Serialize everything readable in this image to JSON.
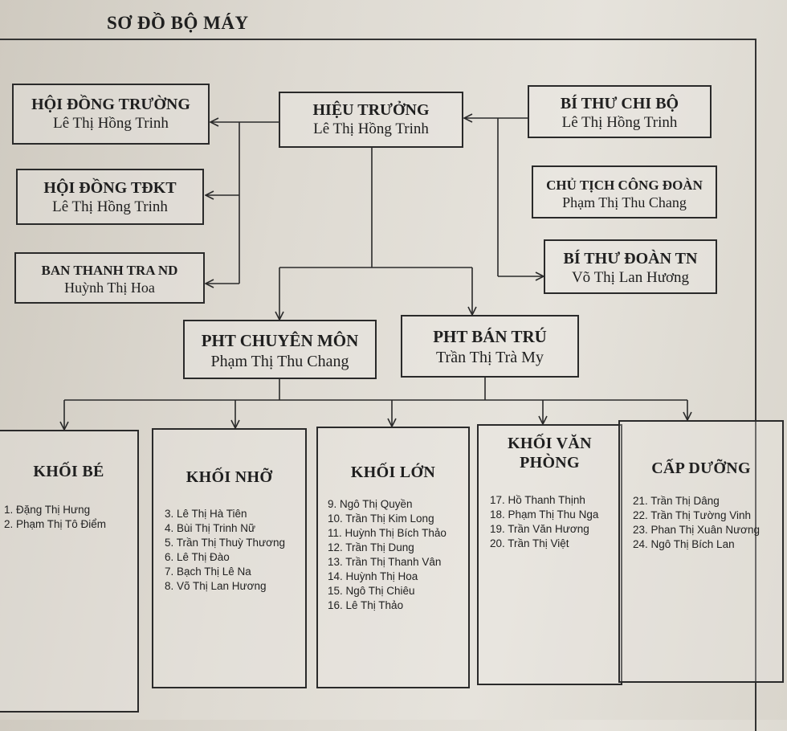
{
  "title": "SƠ ĐỒ BỘ MÁY",
  "boxes": {
    "hieu_truong": {
      "title": "HIỆU TRƯỞNG",
      "name": "Lê Thị Hồng Trinh"
    },
    "hoi_dong_truong": {
      "title": "HỘI ĐỒNG TRƯỜNG",
      "name": "Lê Thị Hồng Trinh"
    },
    "hoi_dong_tdkt": {
      "title": "HỘI ĐỒNG TĐKT",
      "name": "Lê Thị Hồng Trinh"
    },
    "ban_thanh_tra": {
      "title": "BAN THANH TRA ND",
      "name": "Huỳnh Thị Hoa"
    },
    "bi_thu_chi_bo": {
      "title": "BÍ THƯ CHI BỘ",
      "name": "Lê Thị Hồng Trinh"
    },
    "chu_tich_cong_doan": {
      "title": "CHỦ TỊCH CÔNG ĐOÀN",
      "name": "Phạm Thị Thu Chang"
    },
    "bi_thu_doan": {
      "title": "BÍ THƯ ĐOÀN TN",
      "name": "Võ Thị Lan Hương"
    },
    "pht_chuyen_mon": {
      "title": "PHT CHUYÊN MÔN",
      "name": "Phạm Thị Thu Chang"
    },
    "pht_ban_tru": {
      "title": "PHT BÁN TRÚ",
      "name": "Trần Thị Trà My"
    }
  },
  "columns": {
    "khoi_be": {
      "title": "KHỐI BÉ",
      "members": [
        "1. Đặng Thị Hưng",
        "2. Phạm Thị Tô Điểm"
      ]
    },
    "khoi_nho": {
      "title": "KHỐI NHỠ",
      "members": [
        "3. Lê Thị Hà Tiên",
        "4. Bùi Thị Trinh Nữ",
        "5. Trần Thị Thuỳ Thương",
        "6. Lê Thị Đào",
        "7. Bạch Thị Lê Na",
        "8. Võ Thị Lan Hương"
      ]
    },
    "khoi_lon": {
      "title": "KHỐI LỚN",
      "members": [
        "9. Ngô Thị Quyền",
        "10. Trần Thị Kim Long",
        "11. Huỳnh Thị Bích Thảo",
        "12. Trần Thị Dung",
        "13. Trần Thị Thanh Vân",
        "14. Huỳnh Thị Hoa",
        "15. Ngô Thị Chiêu",
        "16. Lê Thị Thảo"
      ]
    },
    "khoi_van_phong": {
      "title_line1": "KHỐI VĂN",
      "title_line2": "PHÒNG",
      "members": [
        "17. Hồ Thanh Thịnh",
        "18. Phạm Thị Thu Nga",
        "19. Trần Văn Hương",
        "20. Trần Thị Việt"
      ]
    },
    "cap_duong": {
      "title": "CẤP DƯỠNG",
      "members": [
        "21. Trần Thị Dâng",
        "22. Trần Thị Tường Vinh",
        "23. Phan Thị Xuân Nương",
        "24. Ngô Thị Bích Lan"
      ]
    }
  }
}
